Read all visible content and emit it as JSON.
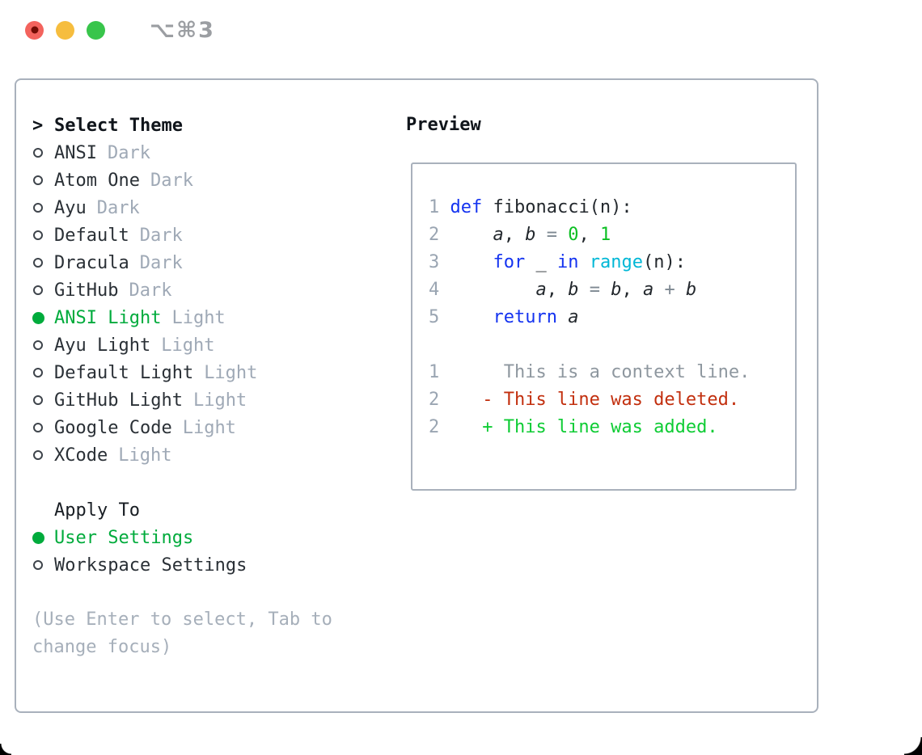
{
  "titlebar": {
    "shortcut": "⌥⌘3"
  },
  "traffic_lights": {
    "close": "#F3635D",
    "minimize": "#F6BD3E",
    "zoom": "#38C54B"
  },
  "theme_panel": {
    "header_marker": ">",
    "header": "Select Theme",
    "themes": [
      {
        "name": "ANSI",
        "variant": "Dark",
        "selected": false
      },
      {
        "name": "Atom One",
        "variant": "Dark",
        "selected": false
      },
      {
        "name": "Ayu",
        "variant": "Dark",
        "selected": false
      },
      {
        "name": "Default",
        "variant": "Dark",
        "selected": false
      },
      {
        "name": "Dracula",
        "variant": "Dark",
        "selected": false
      },
      {
        "name": "GitHub",
        "variant": "Dark",
        "selected": false
      },
      {
        "name": "ANSI Light",
        "variant": "Light",
        "selected": true
      },
      {
        "name": "Ayu Light",
        "variant": "Light",
        "selected": false
      },
      {
        "name": "Default Light",
        "variant": "Light",
        "selected": false
      },
      {
        "name": "GitHub Light",
        "variant": "Light",
        "selected": false
      },
      {
        "name": "Google Code",
        "variant": "Light",
        "selected": false
      },
      {
        "name": "XCode",
        "variant": "Light",
        "selected": false
      }
    ],
    "apply_to": {
      "header": "Apply To",
      "options": [
        {
          "name": "User Settings",
          "selected": true
        },
        {
          "name": "Workspace Settings",
          "selected": false
        }
      ]
    },
    "hint_lines": [
      "(Use Enter to select, Tab to",
      "change focus)"
    ]
  },
  "preview": {
    "header": "Preview",
    "lines": [
      {
        "kind": "code",
        "num": "1",
        "segs": [
          {
            "t": "def",
            "c": "kw"
          },
          {
            "t": " fibonacci(n):",
            "c": "pl"
          }
        ]
      },
      {
        "kind": "code",
        "num": "2",
        "segs": [
          {
            "t": "    ",
            "c": "pl"
          },
          {
            "t": "a",
            "c": "var"
          },
          {
            "t": ", ",
            "c": "pl"
          },
          {
            "t": "b",
            "c": "var"
          },
          {
            "t": " ",
            "c": "pl"
          },
          {
            "t": "=",
            "c": "op"
          },
          {
            "t": " ",
            "c": "pl"
          },
          {
            "t": "0",
            "c": "nm"
          },
          {
            "t": ", ",
            "c": "pl"
          },
          {
            "t": "1",
            "c": "nm"
          }
        ]
      },
      {
        "kind": "code",
        "num": "3",
        "segs": [
          {
            "t": "    ",
            "c": "pl"
          },
          {
            "t": "for",
            "c": "kw"
          },
          {
            "t": " _ ",
            "c": "pl"
          },
          {
            "t": "in",
            "c": "kw"
          },
          {
            "t": " ",
            "c": "pl"
          },
          {
            "t": "range",
            "c": "cy"
          },
          {
            "t": "(n):",
            "c": "pl"
          }
        ]
      },
      {
        "kind": "code",
        "num": "4",
        "segs": [
          {
            "t": "        ",
            "c": "pl"
          },
          {
            "t": "a",
            "c": "var"
          },
          {
            "t": ", ",
            "c": "pl"
          },
          {
            "t": "b",
            "c": "var"
          },
          {
            "t": " ",
            "c": "pl"
          },
          {
            "t": "=",
            "c": "op"
          },
          {
            "t": " ",
            "c": "pl"
          },
          {
            "t": "b",
            "c": "var"
          },
          {
            "t": ", ",
            "c": "pl"
          },
          {
            "t": "a",
            "c": "var"
          },
          {
            "t": " ",
            "c": "pl"
          },
          {
            "t": "+",
            "c": "op"
          },
          {
            "t": " ",
            "c": "pl"
          },
          {
            "t": "b",
            "c": "var"
          }
        ]
      },
      {
        "kind": "code",
        "num": "5",
        "segs": [
          {
            "t": "    ",
            "c": "pl"
          },
          {
            "t": "return",
            "c": "kw"
          },
          {
            "t": " ",
            "c": "pl"
          },
          {
            "t": "a",
            "c": "var"
          }
        ]
      },
      {
        "kind": "blank",
        "num": "",
        "segs": []
      },
      {
        "kind": "diff-context",
        "num": "1",
        "segs": [
          {
            "t": "     This is a context line.",
            "c": "ctx"
          }
        ]
      },
      {
        "kind": "diff-removed",
        "num": "2",
        "segs": [
          {
            "t": "   - This line was deleted.",
            "c": "del"
          }
        ]
      },
      {
        "kind": "diff-added",
        "num": "2",
        "segs": [
          {
            "t": "   + This line was added.",
            "c": "add"
          }
        ]
      }
    ]
  },
  "colors": {
    "accent_green": "#00AB3C",
    "keyword_blue": "#1433F0",
    "builtin_cyan": "#00B7D6",
    "number_green": "#0BBF22",
    "deleted_red": "#C22F0E",
    "added_green": "#0ECC34",
    "muted_gray": "#9FA9B6",
    "border_gray": "#A9B1BC"
  }
}
